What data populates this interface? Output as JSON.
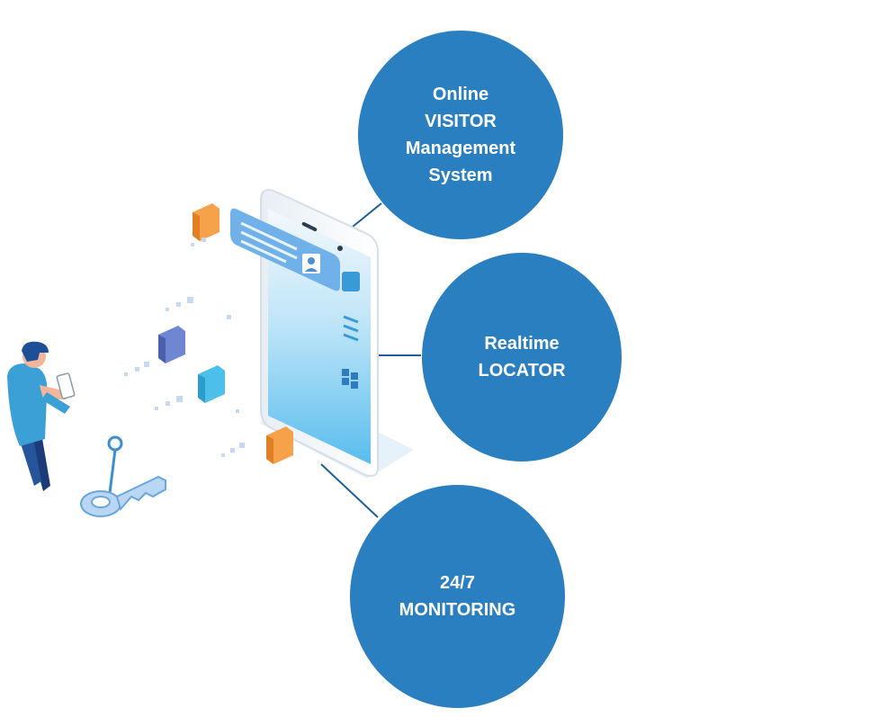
{
  "features": [
    {
      "lines": [
        "Online",
        "VISITOR",
        "Management",
        "System"
      ]
    },
    {
      "lines": [
        "Realtime",
        "LOCATOR"
      ]
    },
    {
      "lines": [
        "24/7",
        "MONITORING"
      ]
    }
  ],
  "colors": {
    "circle": "#2a7fc1",
    "connector": "#1d5f9a",
    "phone_screen": "#5fc0ee",
    "accent_orange": "#f39a3c",
    "accent_blue": "#5874c4",
    "accent_teal": "#3db4e5"
  }
}
